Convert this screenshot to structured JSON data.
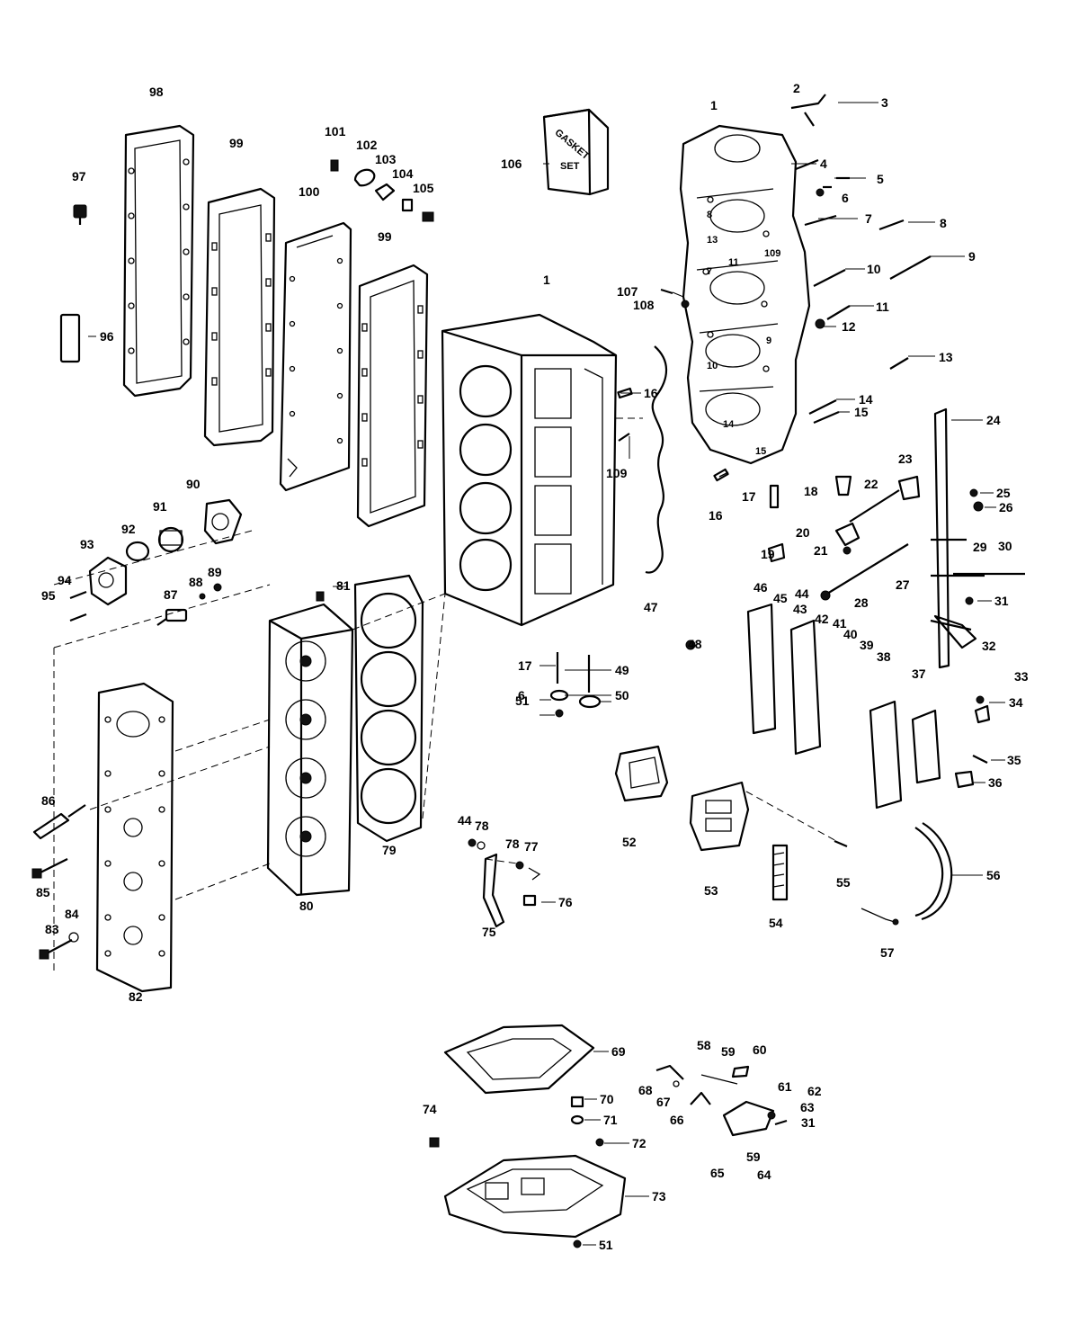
{
  "gasket_box": {
    "line1": "GASKET",
    "line2": "SET"
  },
  "labels": [
    {
      "id": "l1",
      "text": "1"
    },
    {
      "id": "l2",
      "text": "2"
    },
    {
      "id": "l3",
      "text": "3"
    },
    {
      "id": "l4",
      "text": "4"
    },
    {
      "id": "l5",
      "text": "5"
    },
    {
      "id": "l6a",
      "text": "6"
    },
    {
      "id": "l7",
      "text": "7"
    },
    {
      "id": "l8",
      "text": "8"
    },
    {
      "id": "l9",
      "text": "9"
    },
    {
      "id": "l10",
      "text": "10"
    },
    {
      "id": "l11",
      "text": "11"
    },
    {
      "id": "l12",
      "text": "12"
    },
    {
      "id": "l13",
      "text": "13"
    },
    {
      "id": "l14",
      "text": "14"
    },
    {
      "id": "l15",
      "text": "15"
    },
    {
      "id": "l16a",
      "text": "16"
    },
    {
      "id": "l16b",
      "text": "16"
    },
    {
      "id": "l17a",
      "text": "17"
    },
    {
      "id": "l17b",
      "text": "17"
    },
    {
      "id": "l18",
      "text": "18"
    },
    {
      "id": "l19",
      "text": "19"
    },
    {
      "id": "l20",
      "text": "20"
    },
    {
      "id": "l21",
      "text": "21"
    },
    {
      "id": "l22",
      "text": "22"
    },
    {
      "id": "l23",
      "text": "23"
    },
    {
      "id": "l24",
      "text": "24"
    },
    {
      "id": "l25",
      "text": "25"
    },
    {
      "id": "l26",
      "text": "26"
    },
    {
      "id": "l27",
      "text": "27"
    },
    {
      "id": "l28",
      "text": "28"
    },
    {
      "id": "l29",
      "text": "29"
    },
    {
      "id": "l30",
      "text": "30"
    },
    {
      "id": "l31a",
      "text": "31"
    },
    {
      "id": "l31b",
      "text": "31"
    },
    {
      "id": "l32",
      "text": "32"
    },
    {
      "id": "l33",
      "text": "33"
    },
    {
      "id": "l34",
      "text": "34"
    },
    {
      "id": "l35",
      "text": "35"
    },
    {
      "id": "l36",
      "text": "36"
    },
    {
      "id": "l37",
      "text": "37"
    },
    {
      "id": "l38",
      "text": "38"
    },
    {
      "id": "l39",
      "text": "39"
    },
    {
      "id": "l40",
      "text": "40"
    },
    {
      "id": "l41",
      "text": "41"
    },
    {
      "id": "l42",
      "text": "42"
    },
    {
      "id": "l43",
      "text": "43"
    },
    {
      "id": "l44a",
      "text": "44"
    },
    {
      "id": "l44b",
      "text": "44"
    },
    {
      "id": "l45",
      "text": "45"
    },
    {
      "id": "l46",
      "text": "46"
    },
    {
      "id": "l47",
      "text": "47"
    },
    {
      "id": "l48",
      "text": "48"
    },
    {
      "id": "l49",
      "text": "49"
    },
    {
      "id": "l50",
      "text": "50"
    },
    {
      "id": "l51a",
      "text": "51"
    },
    {
      "id": "l51b",
      "text": "51"
    },
    {
      "id": "l52",
      "text": "52"
    },
    {
      "id": "l53",
      "text": "53"
    },
    {
      "id": "l54",
      "text": "54"
    },
    {
      "id": "l55",
      "text": "55"
    },
    {
      "id": "l56",
      "text": "56"
    },
    {
      "id": "l57",
      "text": "57"
    },
    {
      "id": "l58",
      "text": "58"
    },
    {
      "id": "l59a",
      "text": "59"
    },
    {
      "id": "l59b",
      "text": "59"
    },
    {
      "id": "l60",
      "text": "60"
    },
    {
      "id": "l61",
      "text": "61"
    },
    {
      "id": "l62",
      "text": "62"
    },
    {
      "id": "l63",
      "text": "63"
    },
    {
      "id": "l64",
      "text": "64"
    },
    {
      "id": "l65",
      "text": "65"
    },
    {
      "id": "l66",
      "text": "66"
    },
    {
      "id": "l67",
      "text": "67"
    },
    {
      "id": "l68",
      "text": "68"
    },
    {
      "id": "l69",
      "text": "69"
    },
    {
      "id": "l70",
      "text": "70"
    },
    {
      "id": "l71",
      "text": "71"
    },
    {
      "id": "l72",
      "text": "72"
    },
    {
      "id": "l73",
      "text": "73"
    },
    {
      "id": "l74",
      "text": "74"
    },
    {
      "id": "l75",
      "text": "75"
    },
    {
      "id": "l76",
      "text": "76"
    },
    {
      "id": "l77",
      "text": "77"
    },
    {
      "id": "l78a",
      "text": "78"
    },
    {
      "id": "l78b",
      "text": "78"
    },
    {
      "id": "l79",
      "text": "79"
    },
    {
      "id": "l80",
      "text": "80"
    },
    {
      "id": "l81",
      "text": "81"
    },
    {
      "id": "l82",
      "text": "82"
    },
    {
      "id": "l83",
      "text": "83"
    },
    {
      "id": "l84",
      "text": "84"
    },
    {
      "id": "l85",
      "text": "85"
    },
    {
      "id": "l86",
      "text": "86"
    },
    {
      "id": "l87",
      "text": "87"
    },
    {
      "id": "l88",
      "text": "88"
    },
    {
      "id": "l89",
      "text": "89"
    },
    {
      "id": "l90",
      "text": "90"
    },
    {
      "id": "l91",
      "text": "91"
    },
    {
      "id": "l92",
      "text": "92"
    },
    {
      "id": "l93",
      "text": "93"
    },
    {
      "id": "l94",
      "text": "94"
    },
    {
      "id": "l95",
      "text": "95"
    },
    {
      "id": "l96",
      "text": "96"
    },
    {
      "id": "l97",
      "text": "97"
    },
    {
      "id": "l98",
      "text": "98"
    },
    {
      "id": "l99a",
      "text": "99"
    },
    {
      "id": "l99b",
      "text": "99"
    },
    {
      "id": "l100",
      "text": "100"
    },
    {
      "id": "l101",
      "text": "101"
    },
    {
      "id": "l102",
      "text": "102"
    },
    {
      "id": "l103",
      "text": "103"
    },
    {
      "id": "l104",
      "text": "104"
    },
    {
      "id": "l105",
      "text": "105"
    },
    {
      "id": "l106",
      "text": "106"
    },
    {
      "id": "l107",
      "text": "107"
    },
    {
      "id": "l108",
      "text": "108"
    },
    {
      "id": "l109",
      "text": "109"
    },
    {
      "id": "l6b",
      "text": "6"
    },
    {
      "id": "lblk",
      "text": "1"
    }
  ],
  "block_callouts": [
    "8",
    "13",
    "11",
    "7",
    "109",
    "10",
    "9",
    "14",
    "15"
  ]
}
